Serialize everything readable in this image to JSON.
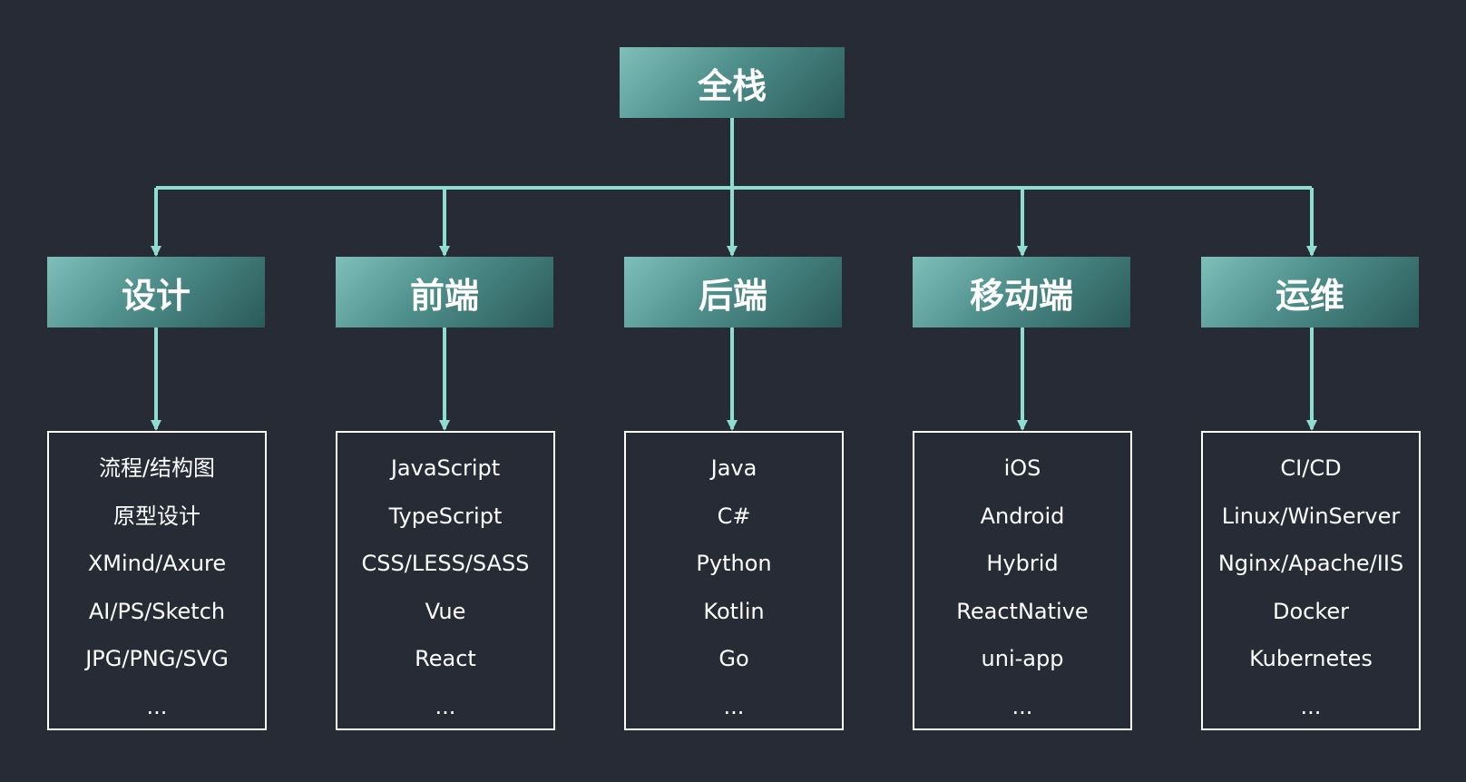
{
  "root": {
    "label": "全栈"
  },
  "branches": [
    {
      "label": "设计",
      "items": [
        "流程/结构图",
        "原型设计",
        "XMind/Axure",
        "AI/PS/Sketch",
        "JPG/PNG/SVG",
        "..."
      ]
    },
    {
      "label": "前端",
      "items": [
        "JavaScript",
        "TypeScript",
        "CSS/LESS/SASS",
        "Vue",
        "React",
        "..."
      ]
    },
    {
      "label": "后端",
      "items": [
        "Java",
        "C#",
        "Python",
        "Kotlin",
        "Go",
        "..."
      ]
    },
    {
      "label": "移动端",
      "items": [
        "iOS",
        "Android",
        "Hybrid",
        "ReactNative",
        "uni-app",
        "..."
      ]
    },
    {
      "label": "运维",
      "items": [
        "CI/CD",
        "Linux/WinServer",
        "Nginx/Apache/IIS",
        "Docker",
        "Kubernetes",
        "..."
      ]
    }
  ],
  "colors": {
    "background": "#272b35",
    "connector": "#8fdcd3",
    "node_gradient_light": "#7fbfba",
    "node_gradient_dark": "#2a5a5a",
    "list_border": "#ffffff",
    "text": "#ffffff"
  }
}
